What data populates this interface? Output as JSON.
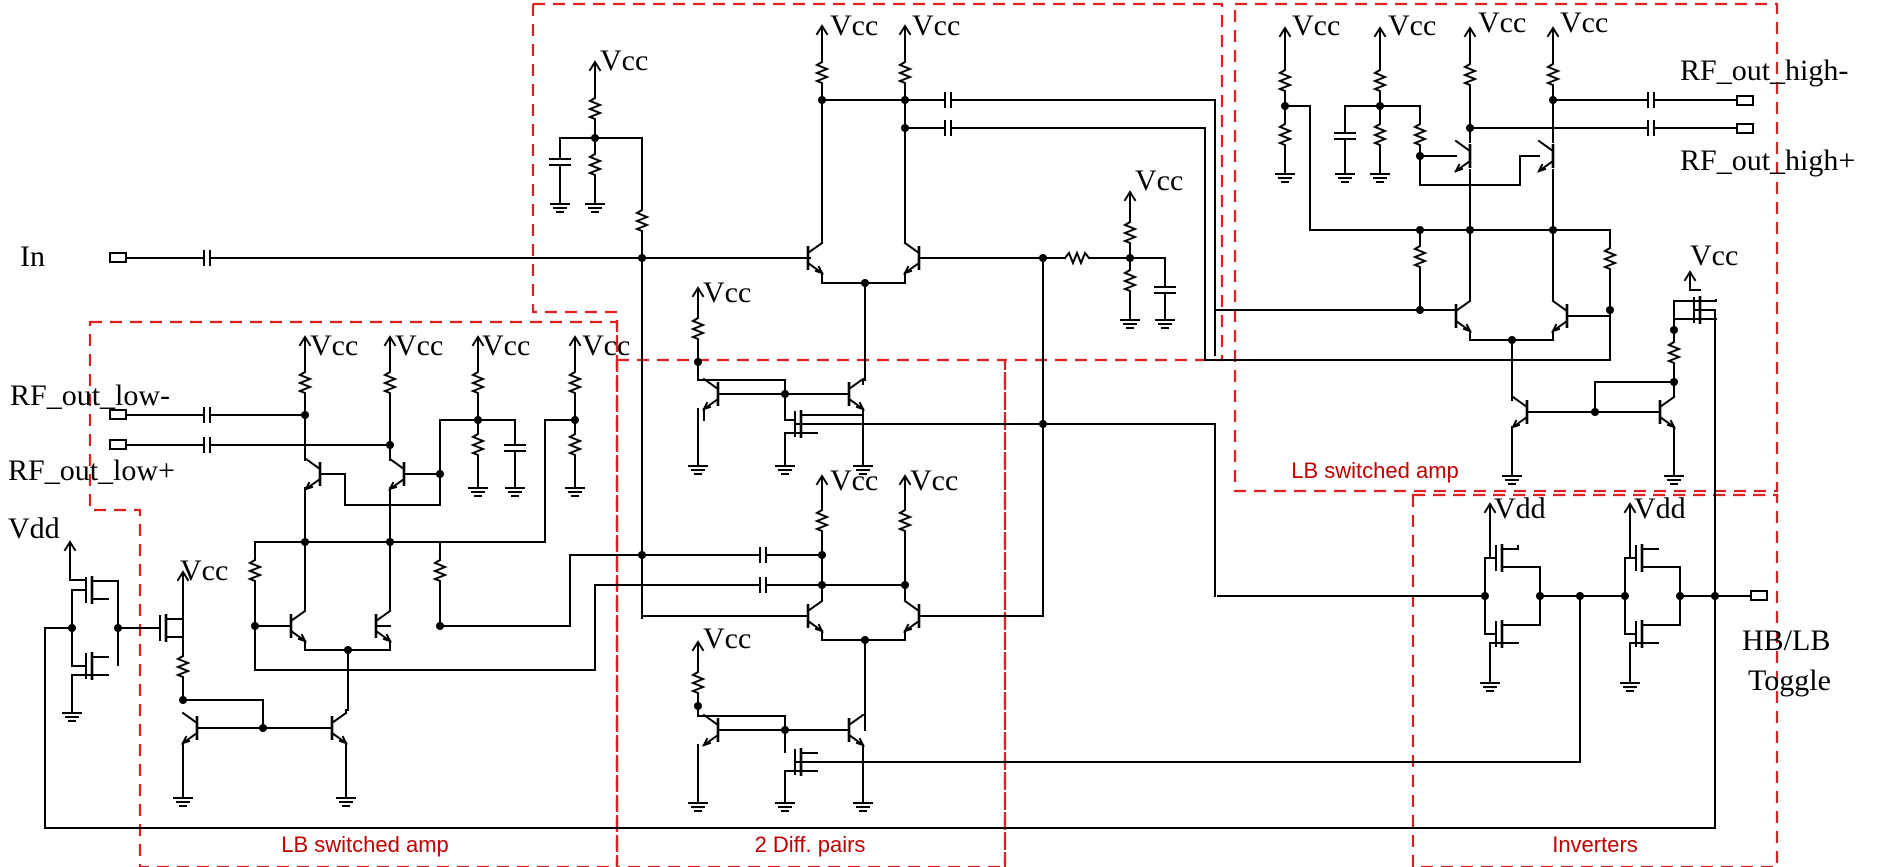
{
  "labels": {
    "input": "In",
    "rf_out_low_minus": "RF_out_low-",
    "rf_out_low_plus": "RF_out_low+",
    "rf_out_high_minus": "RF_out_high-",
    "rf_out_high_plus": "RF_out_high+",
    "toggle_line1": "HB/LB",
    "toggle_line2": "Toggle",
    "vcc": "Vcc",
    "vdd": "Vdd"
  },
  "blocks": {
    "lb_amp_left": "LB switched amp",
    "diff_pairs": "2 Diff. pairs",
    "lb_amp_right": "LB switched amp",
    "inverters": "Inverters"
  },
  "colors": {
    "wire": "#000000",
    "block_outline": "#e02020",
    "block_label": "#c00000"
  }
}
